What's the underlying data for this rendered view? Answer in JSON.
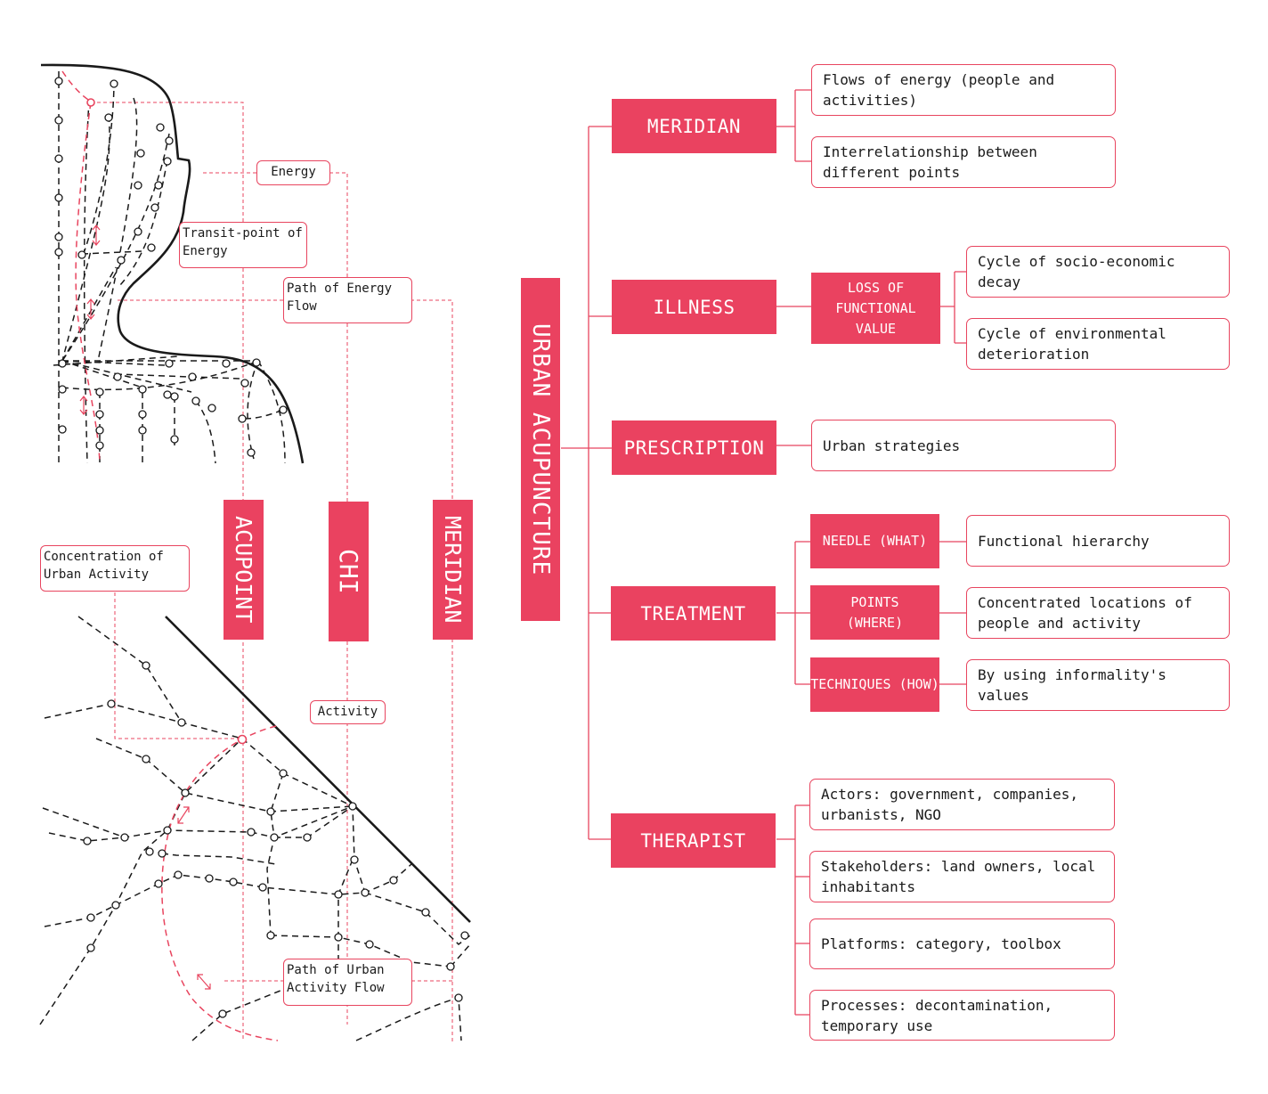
{
  "title": "URBAN ACUPUNCTURE",
  "concepts": {
    "acupoint": "ACUPOINT",
    "chi": "CHI",
    "meridian": "MERIDIAN"
  },
  "body_labels": {
    "energy": "Energy",
    "transit_point": "Transit-point of Energy",
    "path_energy": "Path of Energy Flow"
  },
  "city_labels": {
    "concentration": "Concentration of Urban Activity",
    "activity": "Activity",
    "path_urban": "Path of Urban Activity Flow"
  },
  "branches": {
    "meridian": {
      "label": "MERIDIAN",
      "items": [
        "Flows of energy (people and activities)",
        "Interrelationship between different points"
      ]
    },
    "illness": {
      "label": "ILLNESS",
      "sub": "LOSS OF FUNCTIONAL VALUE",
      "items": [
        "Cycle of socio-economic decay",
        "Cycle of environmental deterioration"
      ]
    },
    "prescription": {
      "label": "PRESCRIPTION",
      "items": [
        "Urban strategies"
      ]
    },
    "treatment": {
      "label": "TREATMENT",
      "subs": [
        {
          "label": "NEEDLE (WHAT)",
          "item": "Functional hierarchy"
        },
        {
          "label": "POINTS (WHERE)",
          "item": "Concentrated locations of people and activity"
        },
        {
          "label": "TECHNIQUES (HOW)",
          "item": "By using informality's values"
        }
      ]
    },
    "therapist": {
      "label": "THERAPIST",
      "items": [
        "Actors: government, companies, urbanists, NGO",
        "Stakeholders: land owners, local inhabitants",
        "Platforms: category, toolbox",
        "Processes: decontamination, temporary use"
      ]
    }
  },
  "colors": {
    "accent": "#ea4260",
    "line": "#1a1a1a"
  }
}
